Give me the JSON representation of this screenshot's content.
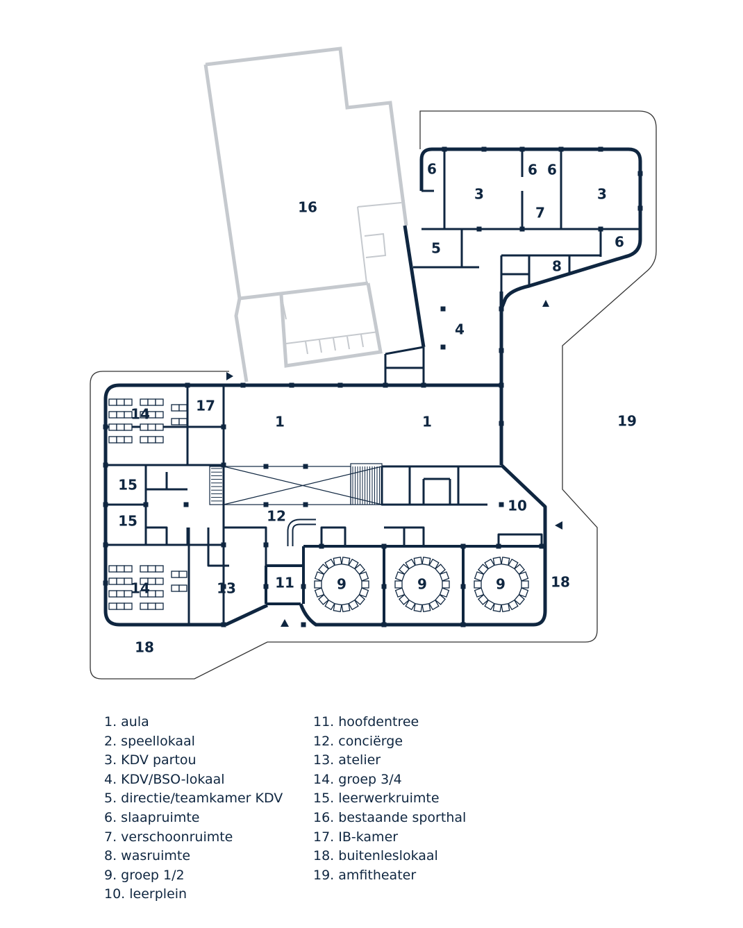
{
  "colors": {
    "wall": "#0f2640",
    "existing": "#c5c9ce",
    "site": "#333333",
    "text": "#0f2640"
  },
  "plan": {
    "labels": [
      "16",
      "6",
      "6",
      "6",
      "3",
      "3",
      "7",
      "5",
      "6",
      "8",
      "4",
      "1",
      "1",
      "19",
      "14",
      "17",
      "15",
      "15",
      "12",
      "10",
      "14",
      "13",
      "11",
      "9",
      "9",
      "9",
      "18",
      "18"
    ]
  },
  "legend": {
    "left": [
      "1. aula",
      "2. speellokaal",
      "3. KDV partou",
      "4. KDV/BSO-lokaal",
      "5. directie/teamkamer KDV",
      "6. slaapruimte",
      "7. verschoonruimte",
      "8. wasruimte",
      "9. groep 1/2",
      "10. leerplein"
    ],
    "right": [
      "11. hoofdentree",
      "12. conciërge",
      "13. atelier",
      "14. groep 3/4",
      "15. leerwerkruimte",
      "16. bestaande sporthal",
      "17. IB-kamer",
      "18. buitenleslokaal",
      "19. amfitheater"
    ]
  }
}
